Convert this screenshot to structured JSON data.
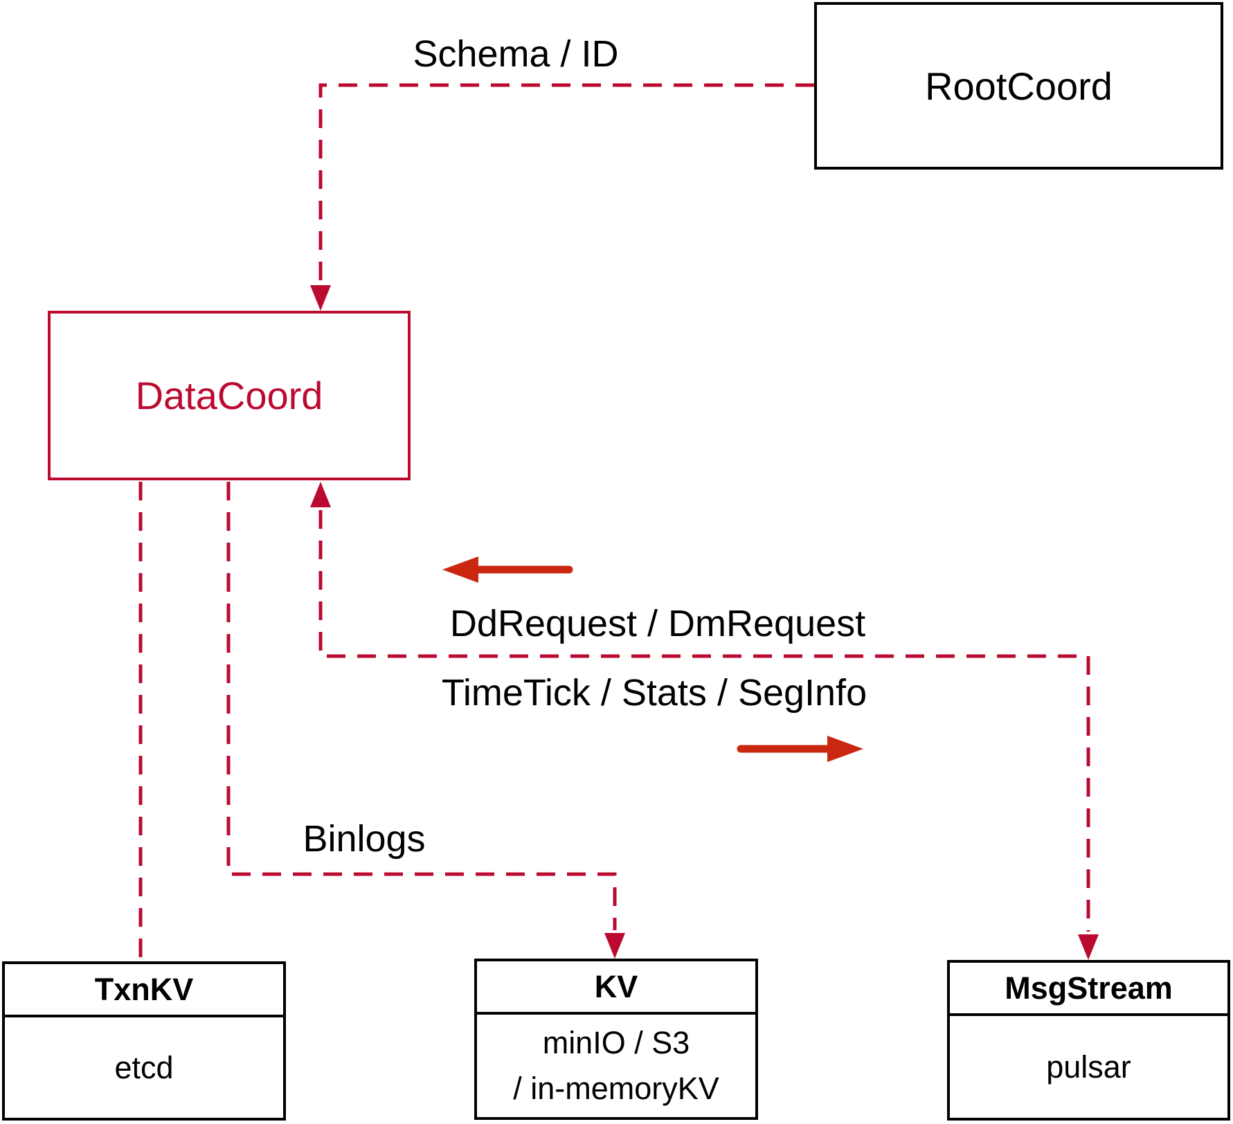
{
  "colors": {
    "connector_red": "#bb0a30",
    "arrow_red": "#cb2610",
    "box_black": "#000000",
    "text_black": "#000000",
    "background": "#ffffff"
  },
  "nodes": {
    "root_coord": {
      "label": "RootCoord"
    },
    "data_coord": {
      "label": "DataCoord"
    },
    "txn_kv": {
      "title": "TxnKV",
      "rows": [
        "etcd"
      ]
    },
    "kv": {
      "title": "KV",
      "rows": [
        "minIO / S3",
        "/ in-memoryKV"
      ]
    },
    "msg_stream": {
      "title": "MsgStream",
      "rows": [
        "pulsar"
      ]
    }
  },
  "edges": {
    "schema_id_label": "Schema / ID",
    "dd_request_label": "DdRequest / DmRequest",
    "time_tick_label": "TimeTick / Stats / SegInfo",
    "binlogs_label": "Binlogs"
  }
}
